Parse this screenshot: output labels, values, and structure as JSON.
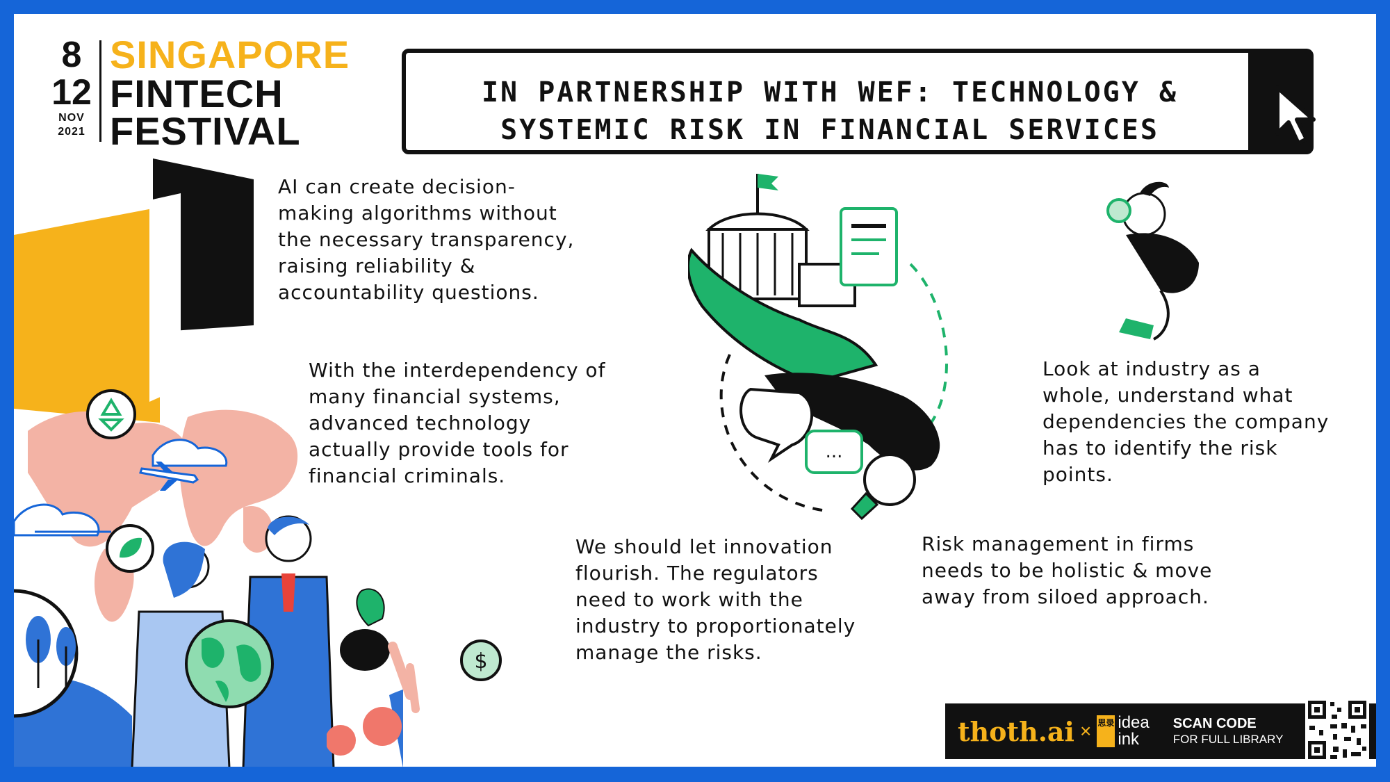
{
  "logo": {
    "day_start": "8",
    "day_end": "12",
    "month": "NOV",
    "year": "2021",
    "line1": "SINGAPORE",
    "line2": "FINTECH",
    "line3": "FESTIVAL",
    "colors": {
      "yellow": "#f6b21b",
      "black": "#111111"
    }
  },
  "title": {
    "line1": "IN PARTNERSHIP WITH WEF: TECHNOLOGY &",
    "line2": "SYSTEMIC RISK IN FINANCIAL SERVICES"
  },
  "notes": {
    "ai": "AI can create decision-\nmaking algorithms without\nthe necessary transparency,\nraising reliability &\naccountability questions.",
    "interdependency": "With the interdependency of\nmany financial systems,\nadvanced technology\nactually provide tools for\nfinancial criminals.",
    "industry": "Look at industry as a\nwhole, understand what\ndependencies the company\nhas to identify the risk\npoints.",
    "innovation": "We should let innovation\nflourish. The regulators\nneed to work with the\nindustry to proportionately\nmanage the risks.",
    "risk_management": "Risk management in firms\nneeds to be holistic & move\naway from siloed approach."
  },
  "footer": {
    "brand": "thoth.ai",
    "times": "×",
    "partner_cjk": "思录",
    "partner_line1": "idea",
    "partner_line2": "ink",
    "scan_line1": "SCAN CODE",
    "scan_line2": "FOR FULL LIBRARY"
  },
  "icons": [
    "cursor-icon",
    "recycle-icon",
    "airplane-icon",
    "leaf-icon",
    "dollar-icon",
    "globe-icon",
    "bank-building-icon",
    "document-icon",
    "lightbulb-icon",
    "chat-bubble-icon",
    "magnifier-person-icon",
    "qr-code-icon"
  ],
  "theme": {
    "frame_blue": "#1565d8",
    "accent_green": "#1eb36b",
    "salmon": "#f3b3a5"
  }
}
